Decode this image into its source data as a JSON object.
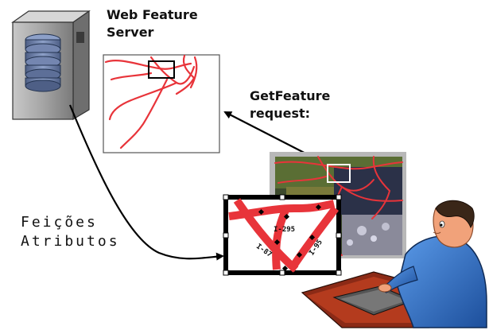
{
  "server": {
    "title_line1": "Web Feature",
    "title_line2": "Server"
  },
  "request": {
    "line1": "GetFeature",
    "line2": "request:"
  },
  "response": {
    "line1": "Feições",
    "line2": "Atributos"
  },
  "highways": {
    "road_a": "I-295",
    "road_b": "I-87",
    "road_c": "I-95"
  },
  "colors": {
    "road": "#e8343a",
    "arrow": "#000000",
    "server_body": "#9a9a9a",
    "disk": "#6b7fa8",
    "person_shirt": "#2f6fc4",
    "person_skin": "#f1a27a",
    "desk": "#8b2a16"
  },
  "icons": [
    "server-icon",
    "person-at-computer-icon",
    "satellite-image-icon"
  ]
}
